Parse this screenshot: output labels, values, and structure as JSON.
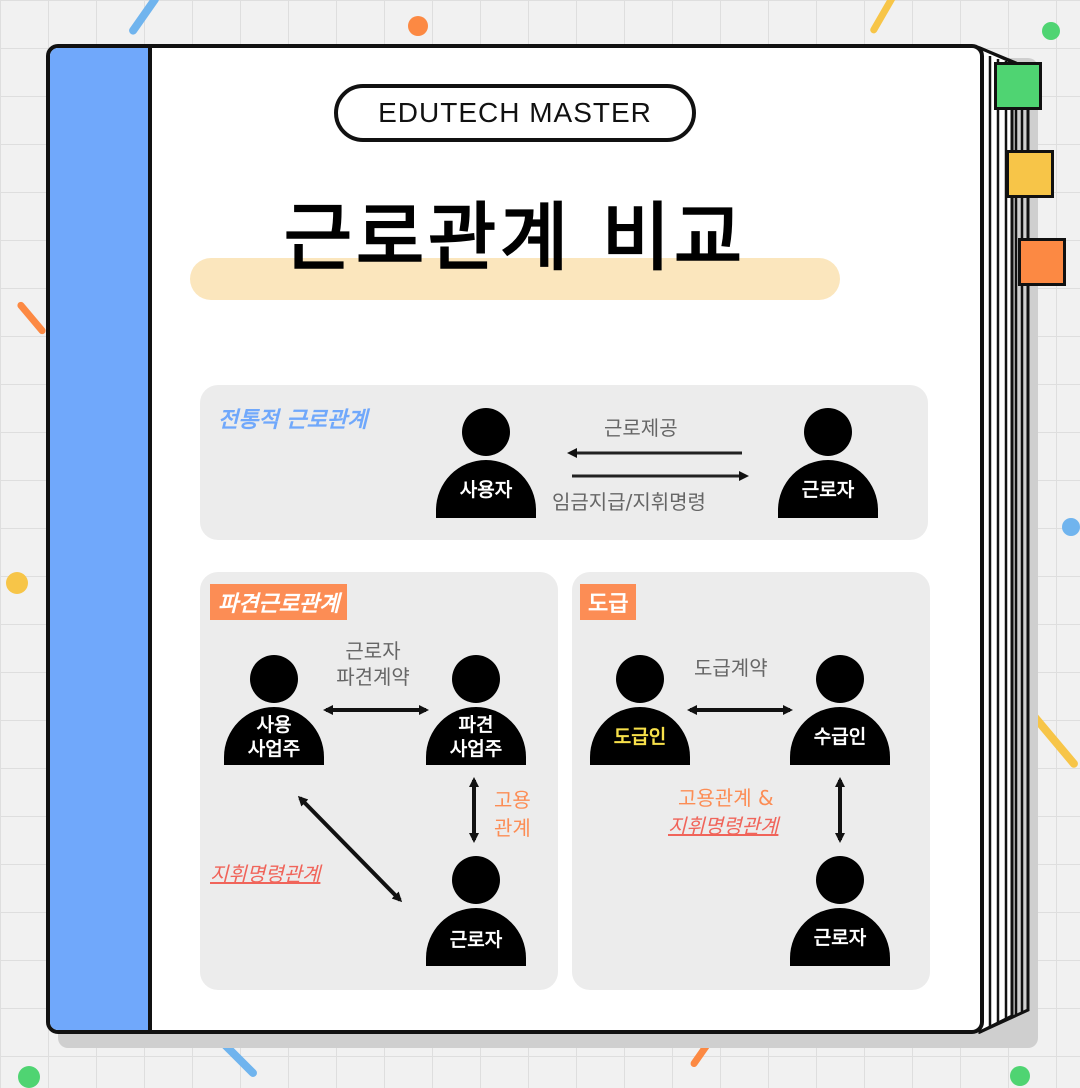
{
  "badge": "EDUTECH MASTER",
  "title": "근로관계 비교",
  "traditional": {
    "heading": "전통적 근로관계",
    "employer": "사용자",
    "worker": "근로자",
    "arrow_top": "근로제공",
    "arrow_bottom": "임금지급/지휘명령"
  },
  "dispatch": {
    "tag": "파견근로관계",
    "user_company": "사용\n사업주",
    "dispatch_company": "파견\n사업주",
    "worker": "근로자",
    "contract_label": "근로자\n파견계약",
    "employment_label": "고용\n관계",
    "command_label": "지휘명령관계"
  },
  "contracting": {
    "tag": "도급",
    "contractor": "도급인",
    "subcontractor": "수급인",
    "worker": "근로자",
    "contract_label": "도급계약",
    "relation_label_1": "고용관계 &",
    "relation_label_2": "지휘명령관계"
  },
  "colors": {
    "spine": "#70a8fb",
    "tab_green": "#4fd472",
    "tab_yellow": "#f7c548",
    "tab_orange": "#fc8943",
    "accent_orange": "#fc8d55",
    "highlight": "#fbe6bd"
  }
}
